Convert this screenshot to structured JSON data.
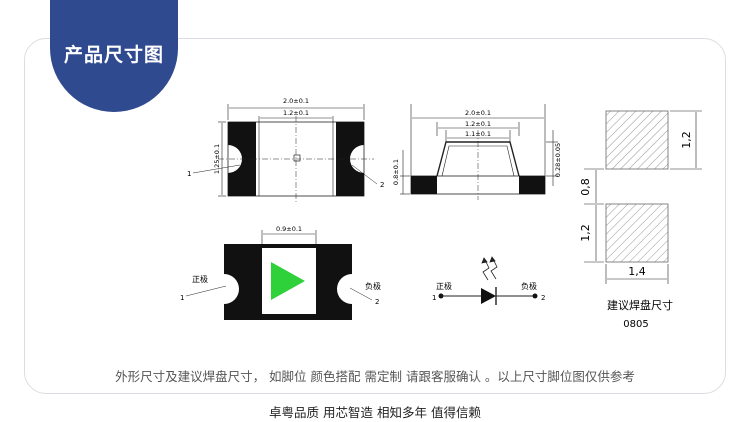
{
  "header": {
    "title": "产品尺寸图"
  },
  "top_view": {
    "width_dim": "2.0±0.1",
    "inner_dim": "1.2±0.1",
    "height_dim": "1.25±0.1",
    "pin1": "1",
    "pin2": "2"
  },
  "side_view": {
    "width_dim": "2.0±0.1",
    "mid_dim": "1.2±0.1",
    "top_dim": "1.1±0.1",
    "body_height": "0.8±0.1",
    "total_height": "0.28±0.05"
  },
  "bottom_view": {
    "width_dim": "0.9±0.1",
    "positive_label": "正极",
    "negative_label": "负极",
    "pin1": "1",
    "pin2": "2"
  },
  "symbol": {
    "positive_label": "正极",
    "negative_label": "负极",
    "pin1": "1",
    "pin2": "2"
  },
  "pad_layout": {
    "pad_height": "1,2",
    "gap": "0,8",
    "pad_height_2": "1,2",
    "pad_width": "1,4",
    "caption": "建议焊盘尺寸",
    "code": "0805"
  },
  "footer": {
    "note": "外形尺寸及建议焊盘尺寸， 如脚位 颜色搭配 需定制 请跟客服确认 。以上尺寸脚位图仅供参考",
    "slogan": "卓粤品质 用芯智造 相知多年 值得信赖"
  },
  "colors": {
    "accent": "#2f4a8f",
    "lens": "#2ed13a"
  }
}
